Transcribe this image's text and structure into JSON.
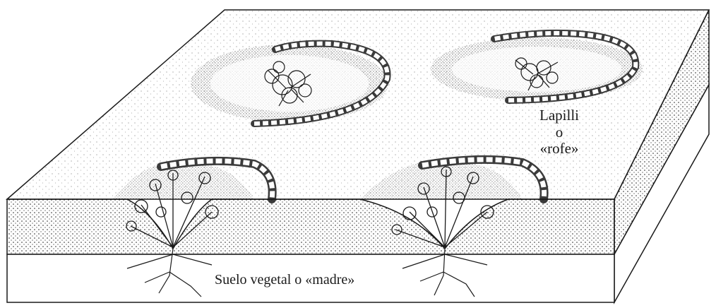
{
  "labels": {
    "lapilli_line1": "Lapilli",
    "lapilli_line2": "o",
    "lapilli_line3": "«rofe»",
    "suelo": "Suelo vegetal o «madre»"
  },
  "colors": {
    "ink": "#1a1a1a",
    "paper": "#ffffff"
  },
  "icons": [
    "vine-plant-icon",
    "stone-wall-icon",
    "root-icon"
  ]
}
